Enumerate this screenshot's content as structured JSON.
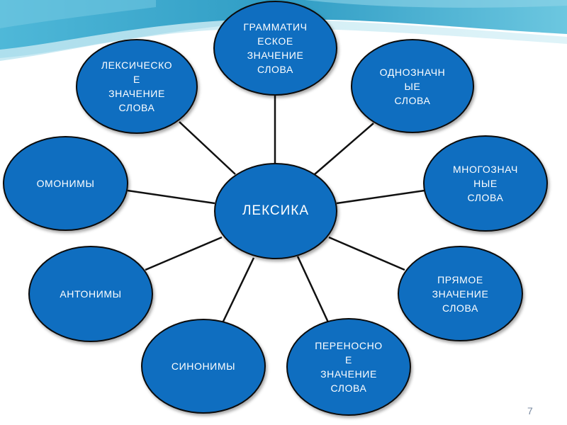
{
  "slide": {
    "accent_color": "#0f6ec0",
    "page_number": "7"
  },
  "diagram": {
    "center": {
      "label": "ЛЕКСИКА"
    },
    "nodes": [
      {
        "id": "grammatical-meaning",
        "label": "ГРАММАТИЧ\nЕСКОЕ\nЗНАЧЕНИЕ\nСЛОВА"
      },
      {
        "id": "lexical-meaning",
        "label": "ЛЕКСИЧЕСКО\nЕ\nЗНАЧЕНИЕ\nСЛОВА"
      },
      {
        "id": "monosemous-words",
        "label": "ОДНОЗНАЧН\nЫЕ\nСЛОВА"
      },
      {
        "id": "homonyms",
        "label": "ОМОНИМЫ"
      },
      {
        "id": "polysemous-words",
        "label": "МНОГОЗНАЧ\nНЫЕ\nСЛОВА"
      },
      {
        "id": "antonyms",
        "label": "АНТОНИМЫ"
      },
      {
        "id": "direct-meaning",
        "label": "ПРЯМОЕ\nЗНАЧЕНИЕ\nСЛОВА"
      },
      {
        "id": "synonyms",
        "label": "СИНОНИМЫ"
      },
      {
        "id": "figurative-meaning",
        "label": "ПЕРЕНОСНО\nЕ\nЗНАЧЕНИЕ\nСЛОВА"
      }
    ]
  }
}
